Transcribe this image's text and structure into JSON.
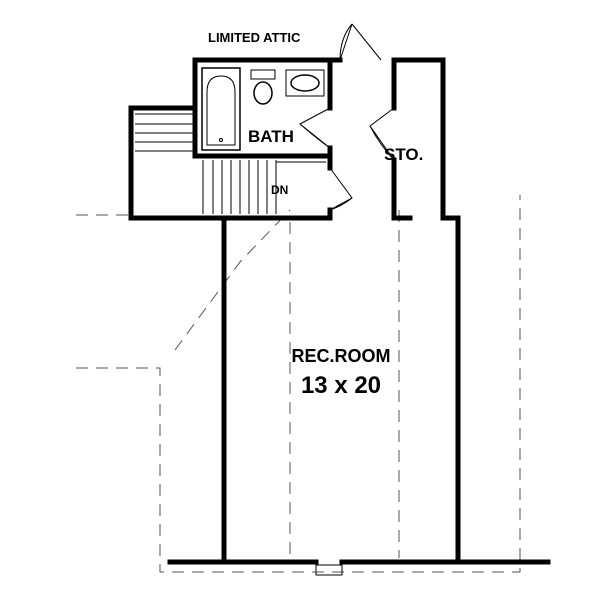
{
  "labels": {
    "attic": "LIMITED ATTIC",
    "bath": "BATH",
    "storage": "STO.",
    "stairs_down": "DN",
    "rec_room_name": "REC.ROOM",
    "rec_room_size": "13 x 20"
  }
}
